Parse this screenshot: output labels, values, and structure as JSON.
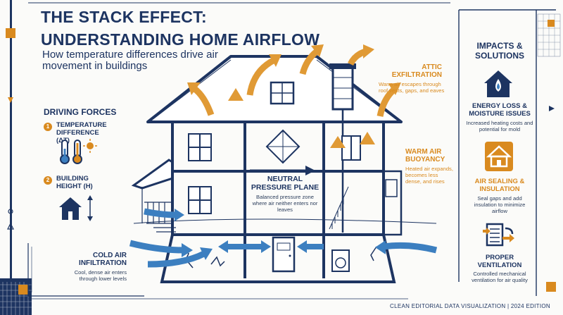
{
  "header": {
    "title_line1": "THE STACK EFFECT:",
    "title_line2": "UNDERSTANDING HOME AIRFLOW",
    "subtitle": "How temperature differences drive air movement in buildings"
  },
  "driving_forces": {
    "heading": "DRIVING FORCES",
    "items": [
      {
        "number": "1",
        "label": "TEMPERATURE DIFFERENCE (ΔT)",
        "icon": "thermometer-sun-icon"
      },
      {
        "number": "2",
        "label": "BUILDING HEIGHT (H)",
        "icon": "house-height-icon"
      }
    ]
  },
  "callouts": {
    "attic": {
      "label": "ATTIC EXFILTRATION",
      "text": "Warm air escapes through roof vents, gaps, and eaves"
    },
    "buoyancy": {
      "label": "WARM AIR BUOYANCY",
      "text": "Heated air expands, becomes less dense, and rises"
    },
    "neutral": {
      "label": "NEUTRAL PRESSURE PLANE",
      "text": "Balanced pressure zone where air neither enters nor leaves"
    },
    "cold": {
      "label": "COLD AIR INFILTRATION",
      "text": "Cool, dense air enters through lower levels"
    }
  },
  "impacts": {
    "heading": "IMPACTS & SOLUTIONS",
    "items": [
      {
        "label": "ENERGY LOSS & MOISTURE ISSUES",
        "text": "Increased heating costs and potential for mold",
        "icon": "house-droplet-icon"
      },
      {
        "label": "AIR SEALING & INSULATION",
        "text": "Seal gaps and add insulation to minimize airflow",
        "icon": "house-seal-icon"
      },
      {
        "label": "PROPER VENTILATION",
        "text": "Controlled mechanical ventilation for air quality",
        "icon": "ventilation-icon"
      }
    ]
  },
  "footer": "CLEAN EDITORIAL DATA VISUALIZATION | 2024 EDITION",
  "colors": {
    "navy": "#1d3461",
    "orange": "#d98a1f",
    "blue": "#3c7fc0",
    "background": "#fbfbf9"
  }
}
